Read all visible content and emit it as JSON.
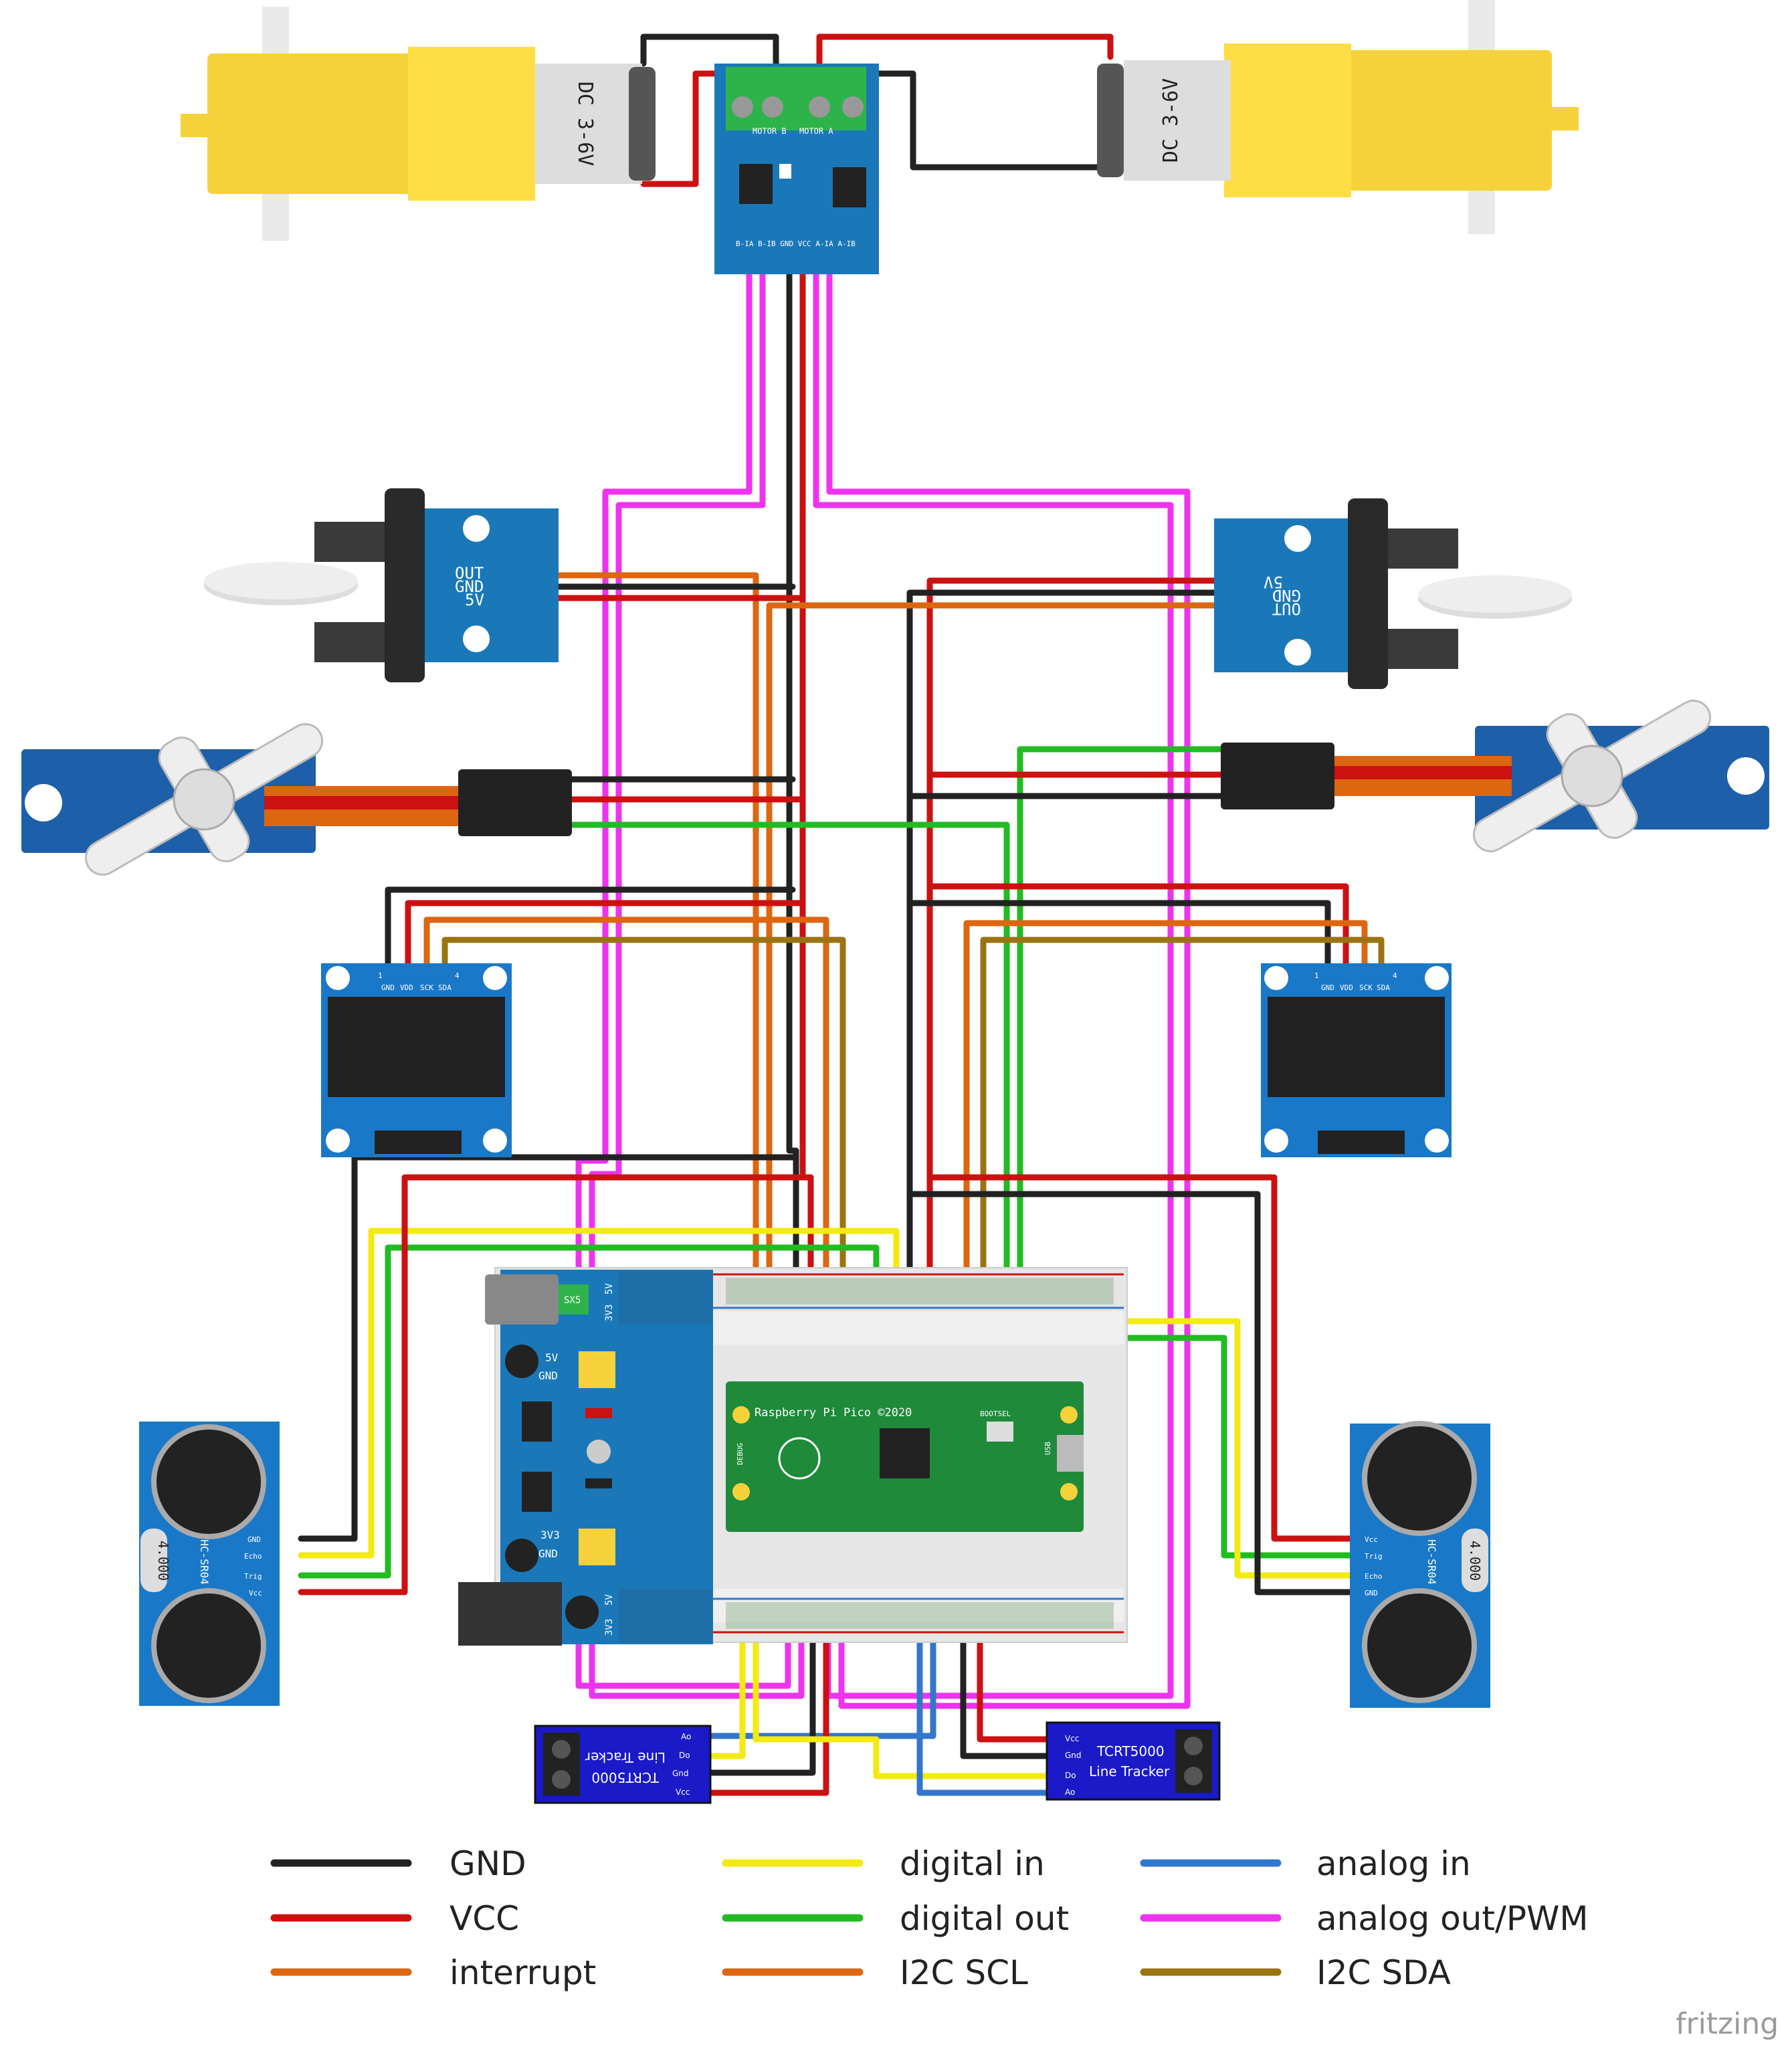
{
  "colors": {
    "gnd": "#222222",
    "vcc": "#cc1111",
    "interrupt": "#dd6611",
    "digital_in": "#f2ea11",
    "digital_out": "#22bb22",
    "i2c_scl": "#dd6611",
    "analog_in": "#3377cc",
    "pwm": "#ee33ee",
    "i2c_sda": "#9a7412",
    "board_blue": "#1a78b8",
    "motor_yellow": "#f5d23a",
    "servo_blue": "#1d5fa8",
    "oled_blue": "#1a78c8",
    "tracker_blue": "#1a1ac8",
    "pico_green": "#1e8a3a"
  },
  "motors": {
    "left_label": "DC 3-6V",
    "right_label": "DC 3-6V"
  },
  "driver": {
    "motor_b": "MOTOR B",
    "motor_a": "MOTOR A",
    "pins": "B-IA B-IB GND VCC A-IA A-IB"
  },
  "encoders": {
    "left_pins": [
      "OUT",
      "GND",
      "5V"
    ],
    "right_pins": [
      "5V",
      "GND",
      "OUT"
    ]
  },
  "oled": {
    "pins": [
      "GND",
      "VDD",
      "SCK",
      "SDA"
    ],
    "pin_first": "1",
    "pin_last": "4"
  },
  "pico": {
    "title": "Raspberry Pi Pico ©2020",
    "bootsel": "BOOTSEL",
    "debug": "DEBUG",
    "usb": "USB"
  },
  "power_module": {
    "top_5v": "5V",
    "top_3v3": "3V3",
    "mid_5v": "5V",
    "mid_gnd": "GND",
    "low_3v3": "3V3",
    "low_gnd": "GND",
    "bot_5v": "5V",
    "bot_3v3": "3V3",
    "chip": "SX5"
  },
  "ultrasonic": {
    "left_model": "HC-SR04",
    "left_crystal": "4.000",
    "left_pins": [
      "GND",
      "Echo",
      "Trig",
      "Vcc"
    ],
    "right_model": "HC-SR04",
    "right_crystal": "4.000",
    "right_pins": [
      "Vcc",
      "Trig",
      "Echo",
      "GND"
    ]
  },
  "line_trackers": {
    "left_line1": "Line Tracker",
    "left_line2": "TCRT5000",
    "left_pins": [
      "Ao",
      "Do",
      "Gnd",
      "Vcc"
    ],
    "right_line1": "TCRT5000",
    "right_line2": "Line Tracker",
    "right_pins": [
      "Vcc",
      "Gnd",
      "Do",
      "Ao"
    ]
  },
  "legend": [
    {
      "label": "GND",
      "color_key": "gnd"
    },
    {
      "label": "VCC",
      "color_key": "vcc"
    },
    {
      "label": "interrupt",
      "color_key": "interrupt"
    },
    {
      "label": "digital in",
      "color_key": "digital_in"
    },
    {
      "label": "digital out",
      "color_key": "digital_out"
    },
    {
      "label": "I2C SCL",
      "color_key": "i2c_scl"
    },
    {
      "label": "analog in",
      "color_key": "analog_in"
    },
    {
      "label": "analog out/PWM",
      "color_key": "pwm"
    },
    {
      "label": "I2C SDA",
      "color_key": "i2c_sda"
    }
  ],
  "watermark": "fritzing"
}
